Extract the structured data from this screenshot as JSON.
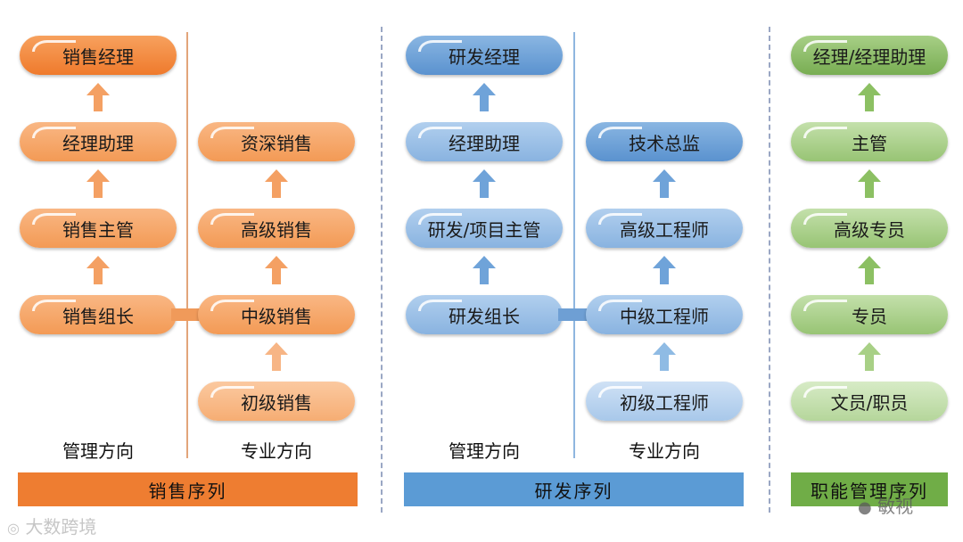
{
  "sales": {
    "management": [
      "销售经理",
      "经理助理",
      "销售主管",
      "销售组长"
    ],
    "professional": [
      "资深销售",
      "高级销售",
      "中级销售",
      "初级销售"
    ],
    "management_label": "管理方向",
    "professional_label": "专业方向",
    "sequence_label": "销售序列",
    "color": "#ee7d31"
  },
  "rd": {
    "management": [
      "研发经理",
      "经理助理",
      "研发/项目主管",
      "研发组长"
    ],
    "professional": [
      "技术总监",
      "高级工程师",
      "中级工程师",
      "初级工程师"
    ],
    "management_label": "管理方向",
    "professional_label": "专业方向",
    "sequence_label": "研发序列",
    "color": "#5b9bd5"
  },
  "functional": {
    "levels": [
      "经理/经理助理",
      "主管",
      "高级专员",
      "专员",
      "文员/职员"
    ],
    "sequence_label": "职能管理序列",
    "color": "#70ad47"
  },
  "watermarks": {
    "left": "大数跨境",
    "right": "敏视"
  }
}
